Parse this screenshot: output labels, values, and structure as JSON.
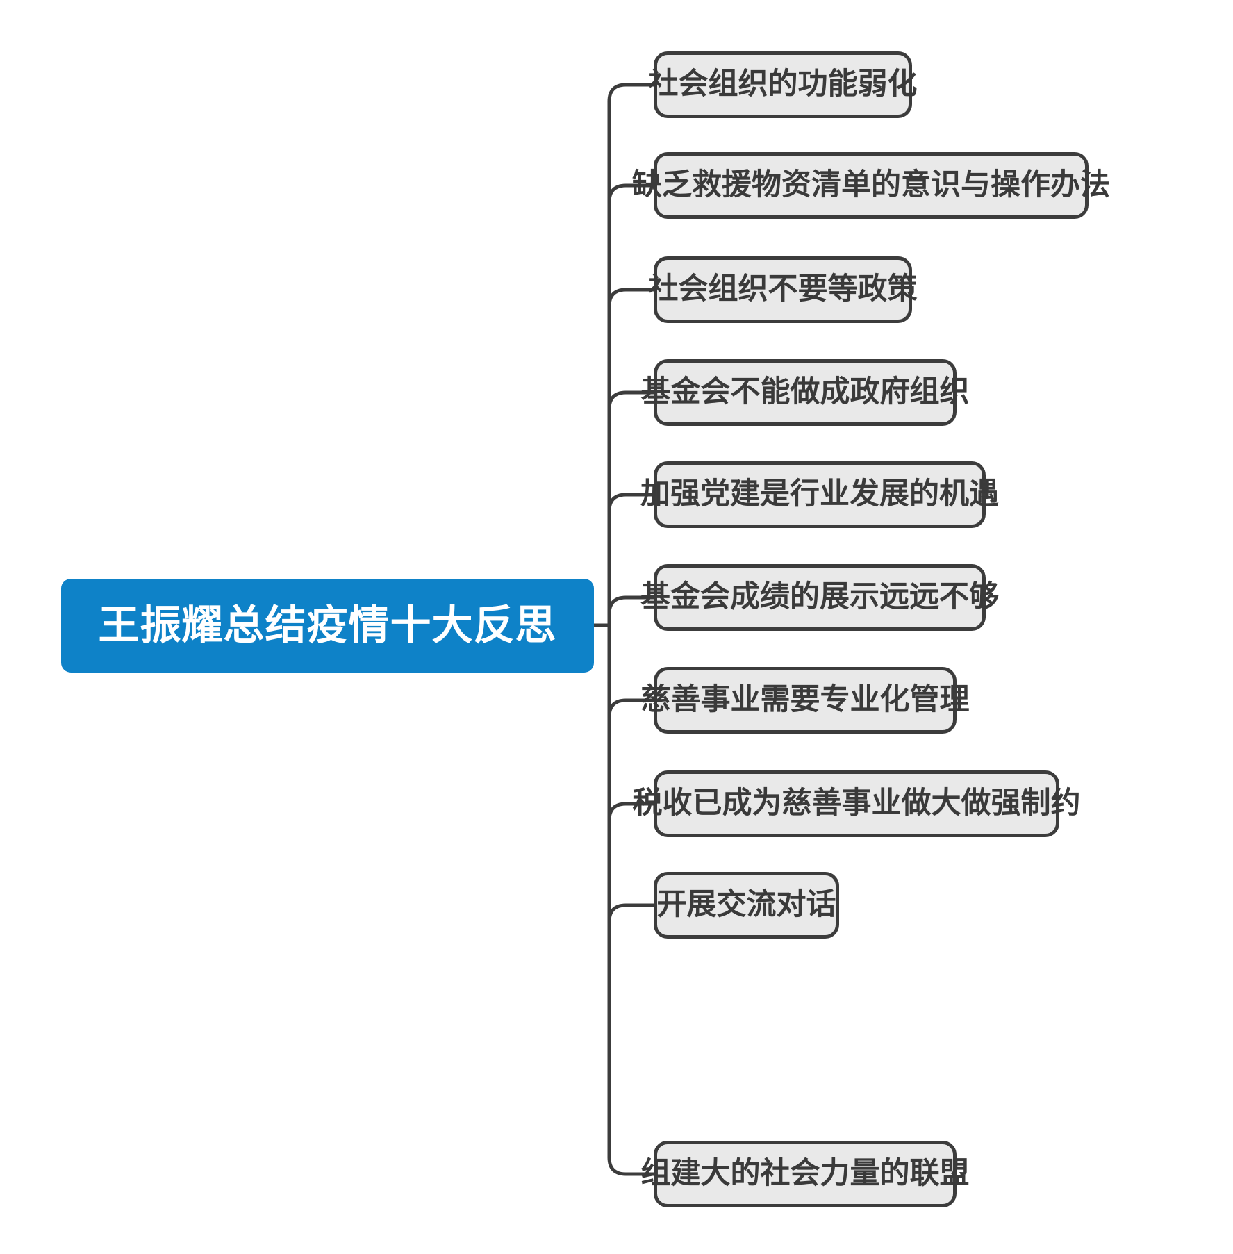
{
  "diagram": {
    "type": "mind-map",
    "orientation": "left-root-right-branches",
    "background_color": "#ffffff",
    "root": {
      "label": "王振耀总结疫情十大反思",
      "fill_color": "#0e82c8",
      "text_color": "#ffffff"
    },
    "branch_style": {
      "fill_color": "#e9e9e9",
      "border_color": "#3c3c3c",
      "text_color": "#3a3a3a"
    },
    "connector_color": "#3c3c3c",
    "branches": [
      {
        "index": 1,
        "label": "社会组织的功能弱化"
      },
      {
        "index": 2,
        "label": "缺乏救援物资清单的意识与操作办法"
      },
      {
        "index": 3,
        "label": "社会组织不要等政策"
      },
      {
        "index": 4,
        "label": "基金会不能做成政府组织"
      },
      {
        "index": 5,
        "label": "加强党建是行业发展的机遇"
      },
      {
        "index": 6,
        "label": "基金会成绩的展示远远不够"
      },
      {
        "index": 7,
        "label": "慈善事业需要专业化管理"
      },
      {
        "index": 8,
        "label": "税收已成为慈善事业做大做强制约"
      },
      {
        "index": 9,
        "label": "开展交流对话"
      },
      {
        "index": 10,
        "label": "组建大的社会力量的联盟"
      }
    ]
  }
}
